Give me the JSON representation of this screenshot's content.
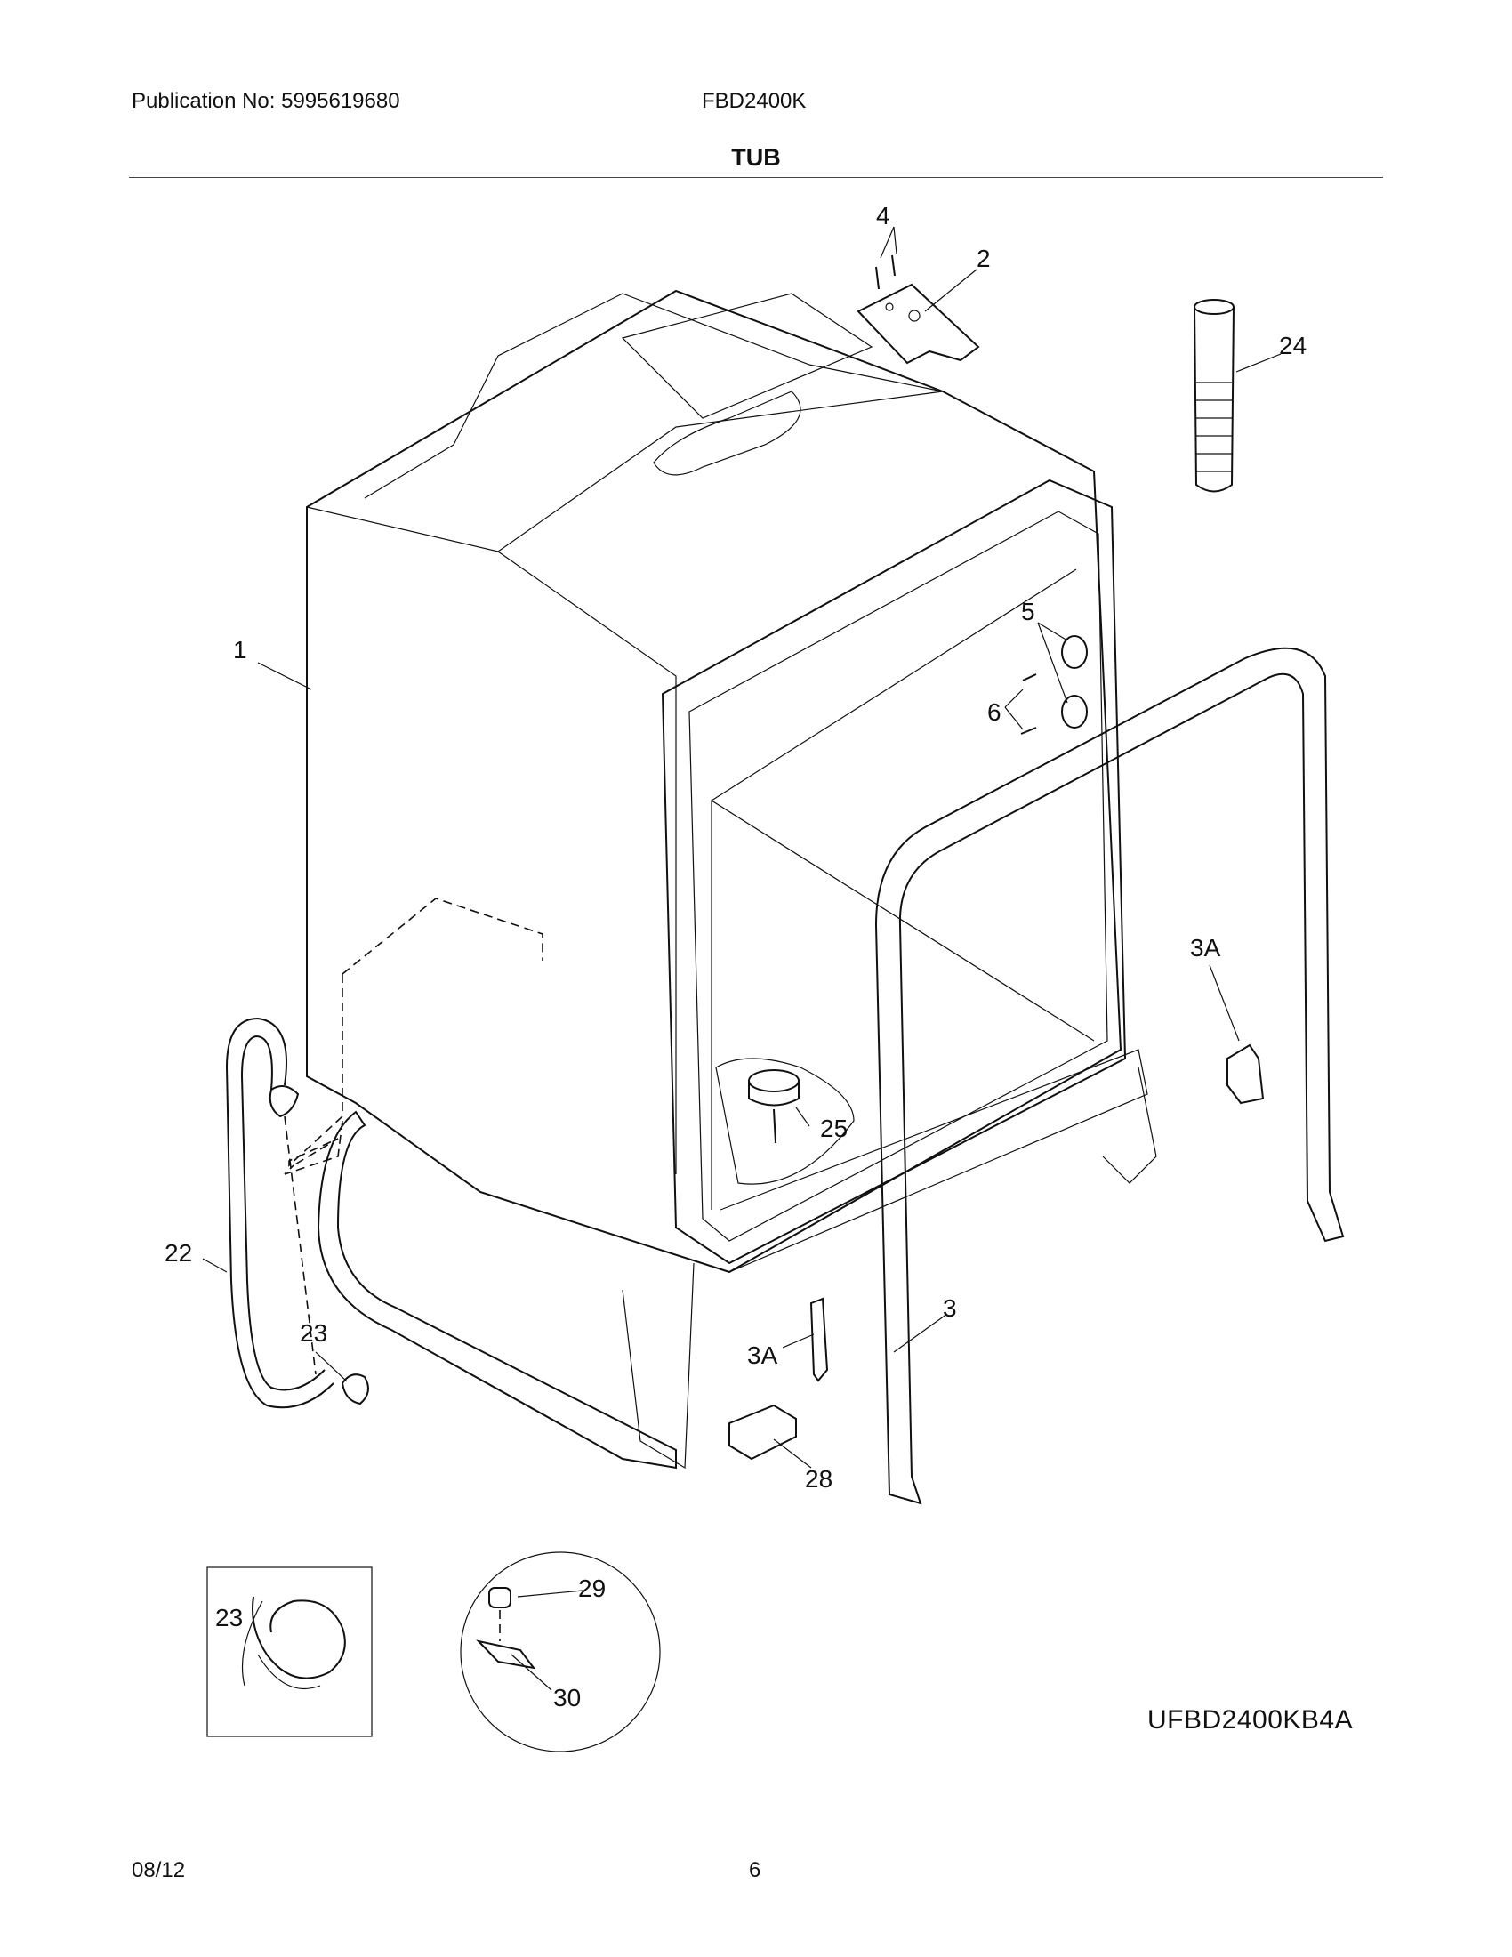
{
  "header": {
    "publication": "Publication No: 5995619680",
    "model": "FBD2400K",
    "title": "TUB"
  },
  "diagram": {
    "callouts": {
      "c1": "1",
      "c2": "2",
      "c3": "3",
      "c3a_right": "3A",
      "c3a_lower": "3A",
      "c4": "4",
      "c5": "5",
      "c6": "6",
      "c22": "22",
      "c23": "23",
      "c23_inset": "23",
      "c24": "24",
      "c25": "25",
      "c28": "28",
      "c29": "29",
      "c30": "30"
    },
    "code": "UFBD2400KB4A"
  },
  "footer": {
    "date": "08/12",
    "page": "6"
  }
}
